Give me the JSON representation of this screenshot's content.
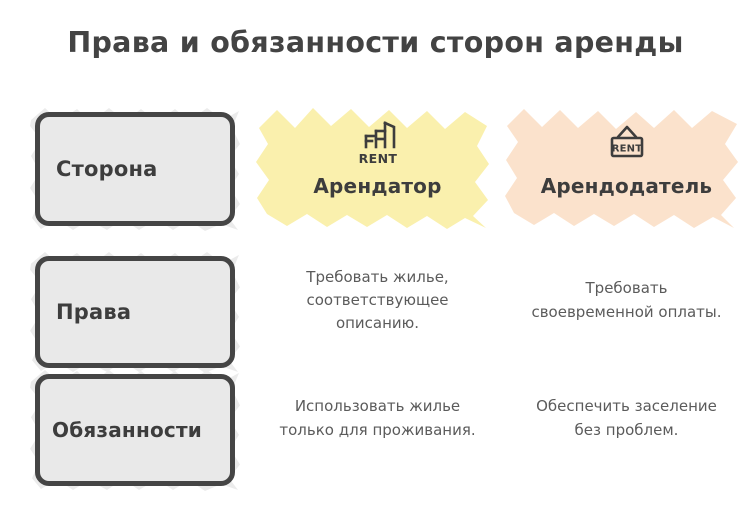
{
  "title": "Права и обязанности сторон аренды",
  "colors": {
    "text_dark": "#3d3d3d",
    "body_text": "#5b5b5b",
    "box_fill": "#e9e9e9",
    "box_border": "#454545",
    "highlight_gray": "#ebebeb",
    "highlight_yellow": "#faf0ad",
    "highlight_peach": "#fbe2cc",
    "background": "#ffffff"
  },
  "columns": [
    {
      "id": "col-label",
      "header": "Сторона",
      "icon": null
    },
    {
      "id": "col-tenant",
      "header": "Арендатор",
      "icon": "rent-building-icon",
      "icon_label": "RENT",
      "highlight": "#faf0ad"
    },
    {
      "id": "col-landlord",
      "header": "Арендодатель",
      "icon": "rent-hanging-sign-icon",
      "icon_label": "RENT",
      "highlight": "#fbe2cc"
    }
  ],
  "rows": [
    {
      "label": "Права",
      "tenant": "Требовать жилье, соответствующее описанию.",
      "landlord": "Требовать своевременной оплаты."
    },
    {
      "label": "Обязанности",
      "tenant": "Использовать жилье только для проживания.",
      "landlord": "Обеспечить заселение без проблем."
    }
  ]
}
